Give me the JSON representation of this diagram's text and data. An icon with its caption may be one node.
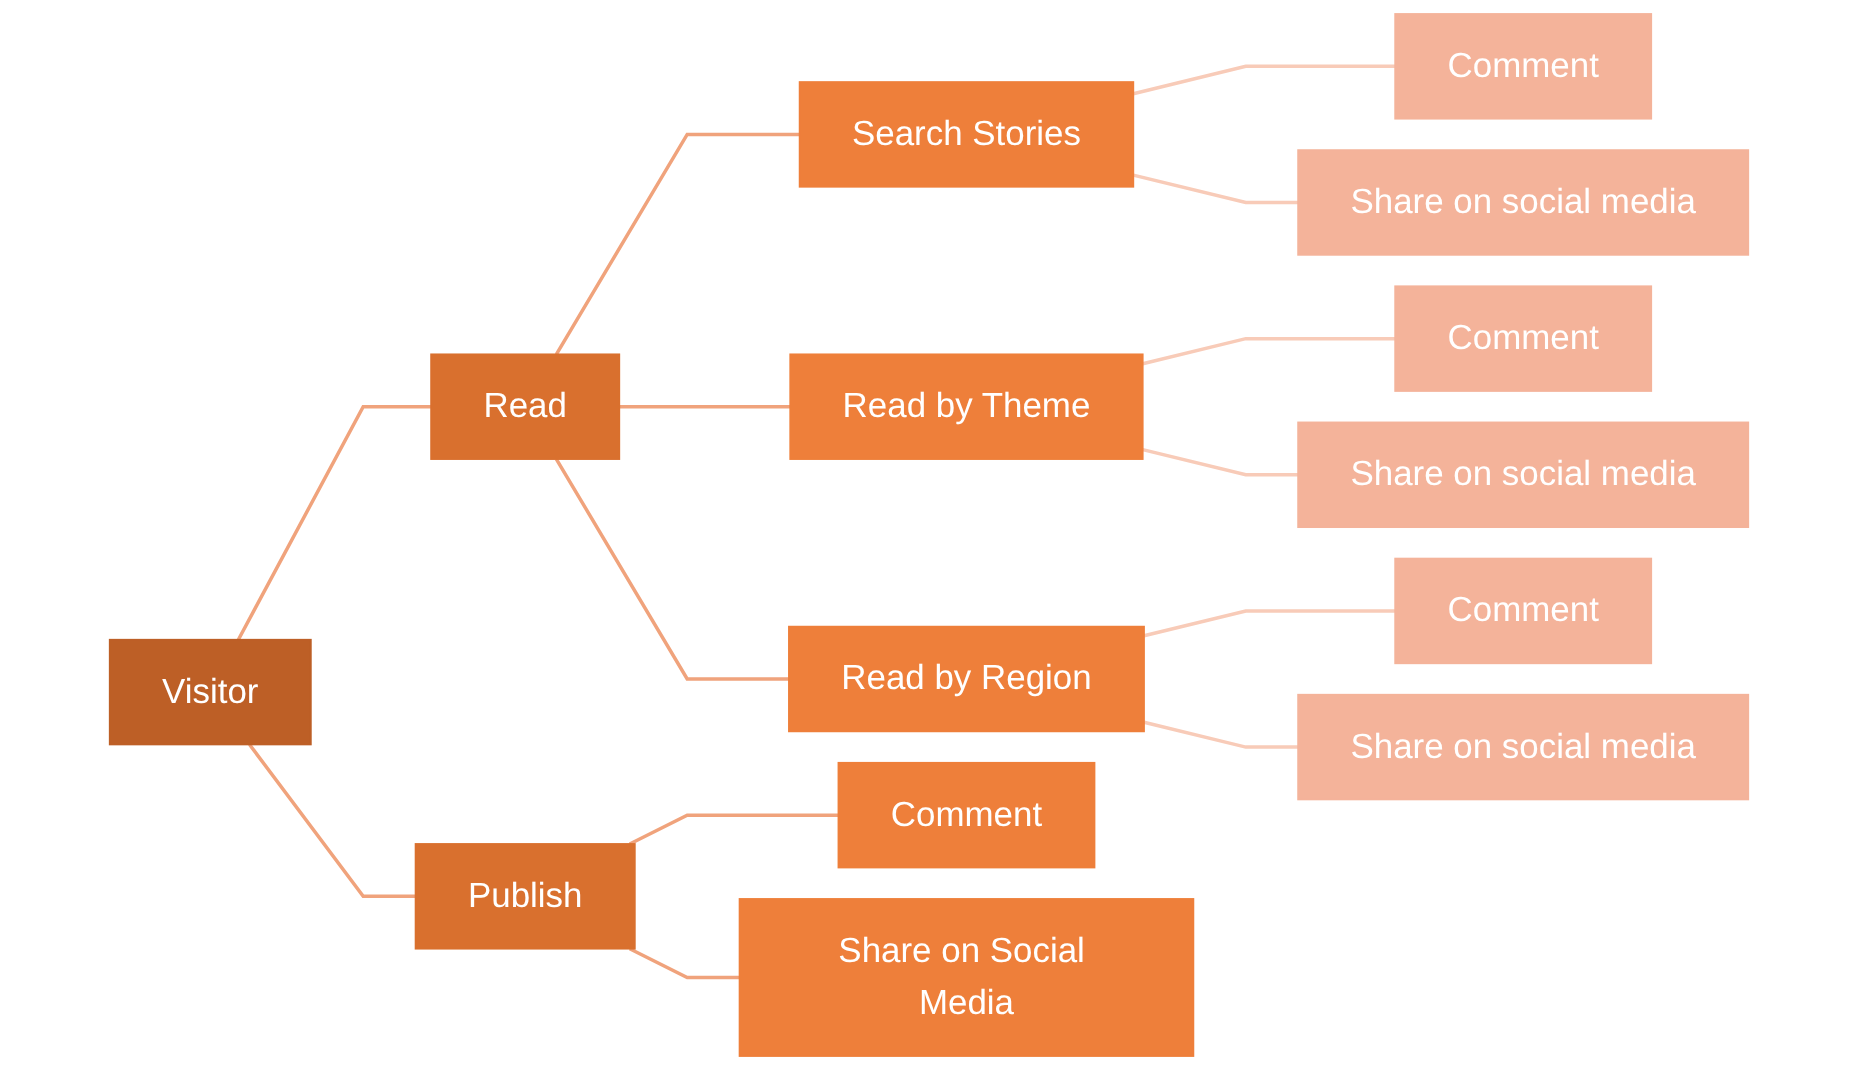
{
  "diagram": {
    "nodes": [
      {
        "text": [
          "Visitor"
        ]
      },
      {
        "text": [
          "Read"
        ]
      },
      {
        "text": [
          "Search Stories"
        ]
      },
      {
        "text": [
          "Comment"
        ]
      },
      {
        "text": [
          "Share on social media"
        ]
      },
      {
        "text": [
          "Read by Theme"
        ]
      },
      {
        "text": [
          "Comment"
        ]
      },
      {
        "text": [
          "Share on social media"
        ]
      },
      {
        "text": [
          "Read by Region"
        ]
      },
      {
        "text": [
          "Comment"
        ]
      },
      {
        "text": [
          "Share on social media"
        ]
      },
      {
        "text": [
          "Publish"
        ]
      },
      {
        "text": [
          "Comment"
        ]
      },
      {
        "text": [
          "Share on Social Media"
        ]
      }
    ],
    "edges": [
      {
        "from": 0,
        "to": 1,
        "arrow": "none"
      },
      {
        "from": 1,
        "to": 2,
        "arrow": "none"
      },
      {
        "from": 2,
        "to": 3,
        "arrow": "none",
        "color": "#f8cbb8"
      },
      {
        "from": 2,
        "to": 4,
        "arrow": "none",
        "color": "#f8cbb8"
      },
      {
        "from": 1,
        "to": 5,
        "arrow": "none"
      },
      {
        "from": 5,
        "to": 6,
        "arrow": "none",
        "color": "#f8cbb8"
      },
      {
        "from": 5,
        "to": 7,
        "arrow": "none",
        "color": "#f8cbb8"
      },
      {
        "from": 1,
        "to": 8,
        "arrow": "none"
      },
      {
        "from": 8,
        "to": 9,
        "arrow": "none",
        "color": "#f8cbb8"
      },
      {
        "from": 8,
        "to": 10,
        "arrow": "none",
        "color": "#f8cbb8"
      },
      {
        "from": 0,
        "to": 11,
        "arrow": "none"
      },
      {
        "from": 11,
        "to": 12,
        "arrow": "none"
      },
      {
        "from": 11,
        "to": 13,
        "arrow": "none"
      }
    ]
  }
}
